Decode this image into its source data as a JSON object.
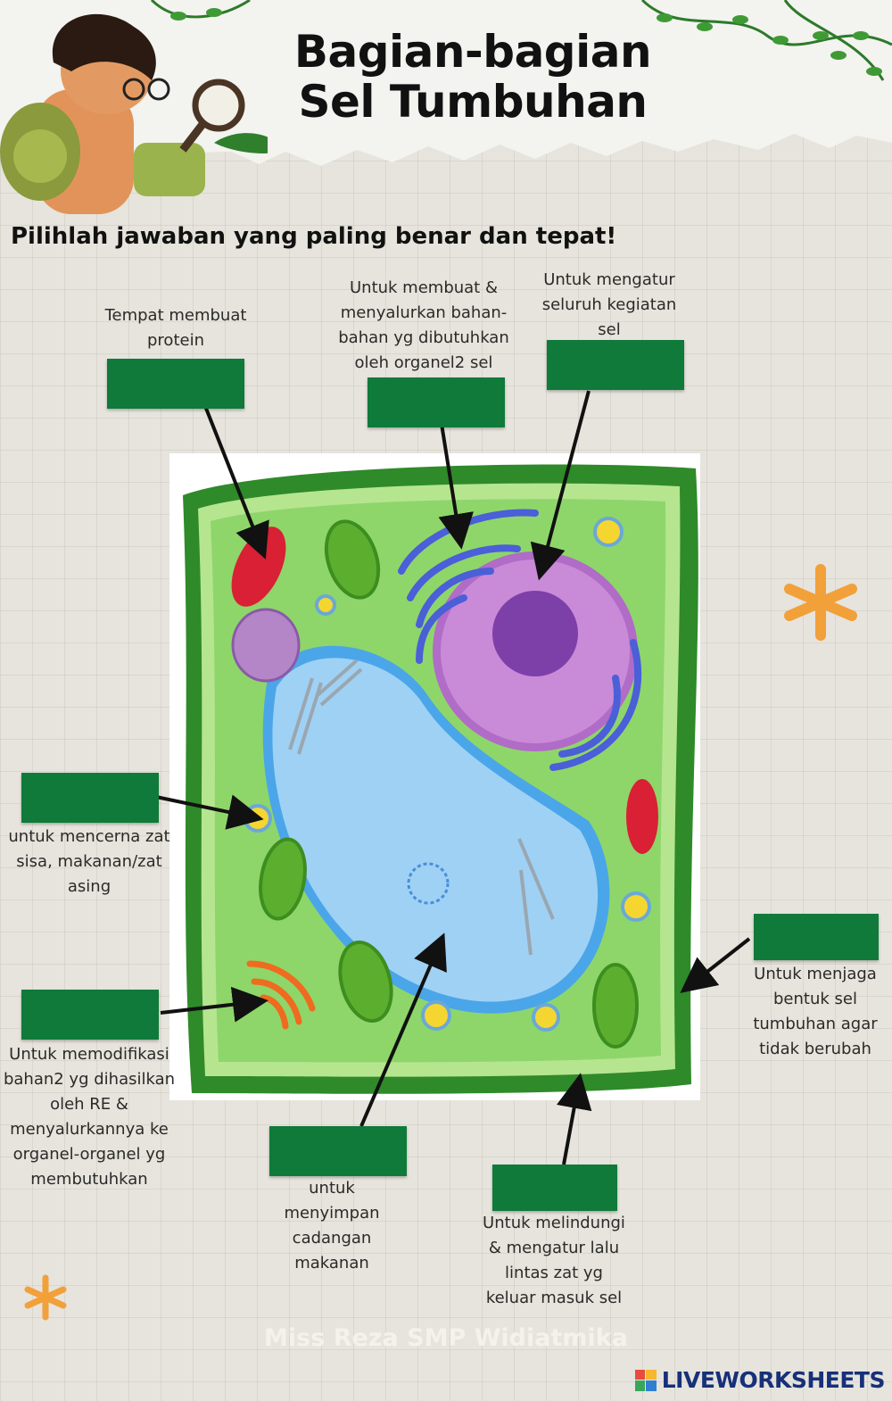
{
  "title": {
    "line1": "Bagian-bagian",
    "line2": "Sel Tumbuhan"
  },
  "instruction": "Pilihlah jawaban yang paling benar dan tepat!",
  "descriptions": {
    "ribosome": "Tempat membuat\nprotein",
    "er": "Untuk membuat &\nmenyalurkan bahan-\nbahan yg dibutuhkan\noleh organel2 sel",
    "nucleus": "Untuk mengatur\nseluruh kegiatan\nsel",
    "lysosome": "untuk mencerna zat\nsisa, makanan/zat\nasing",
    "golgi": "Untuk memodifikasi\nbahan2 yg dihasilkan\noleh RE &\nmenyalurkannya ke\norganel-organel yg\nmembutuhkan",
    "vacuole": "untuk\nmenyimpan\ncadangan\nmakanan",
    "cell_membrane": "Untuk melindungi\n& mengatur lalu\nlintas zat yg\nkeluar masuk sel",
    "cell_wall": "Untuk menjaga\nbentuk sel\ntumbuhan agar\ntidak berubah"
  },
  "credit": "Miss Reza SMP Widiatmika",
  "brand": "LIVEWORKSHEETS",
  "colors": {
    "answer_box": "#0f7a3a",
    "cell_wall": "#2f8a2a",
    "cytoplasm": "#8ed66a",
    "vacuole": "#9fd1f5",
    "nucleus": "#c98ad8",
    "accent_star": "#f2a03a"
  }
}
